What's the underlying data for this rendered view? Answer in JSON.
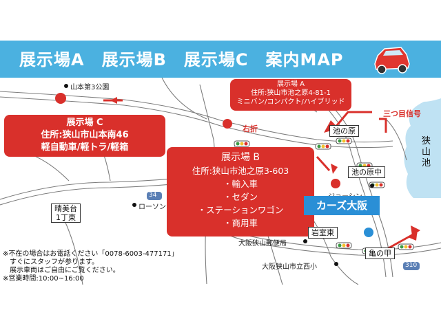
{
  "banner": {
    "title": "展示場A　展示場B　展示場C　案内MAP",
    "color": "#4bb1e0"
  },
  "callouts": {
    "a": {
      "title": "展示場 A",
      "address": "住所:狭山市池之原4-81-1",
      "types": "ミニバン/コンパクト/ハイブリッド"
    },
    "b": {
      "title": "展示場 B",
      "address": "住所:狭山市池之原3-603",
      "items": [
        "・輸入車",
        "・セダン",
        "・ステーションワゴン",
        "・商用車"
      ]
    },
    "c": {
      "title": "展示場 C",
      "address": "住所:狭山市山本南46",
      "types": "軽自動車/軽トラ/軽箱"
    },
    "color": "#d9302b"
  },
  "landmarks": {
    "yamamoto_park": "山本第3公園",
    "lawson": "ローソン",
    "joshin": "ジョーシン",
    "post_office": "大阪狭山郵便局",
    "school": "大阪狭山市立西小",
    "harumidai": "晴美台",
    "harumidai_2": "1丁東",
    "ikenohara": "池の原",
    "ikenohara_naka": "池の原中",
    "iwamuro_higashi": "岩室東",
    "kamenokou": "亀の甲",
    "cars_osaka": "カーズ大阪",
    "sayama_ike": "狭山池",
    "right_turn": "右折",
    "third_signal": "三つ目信号",
    "route_34": "34",
    "route_310": "310"
  },
  "notes": [
    "※不在の場合はお電話ください「0078-6003-477171」",
    "　すぐにスタッフが参ります。",
    "　展示車両はご自由にご覧ください。",
    "※営業時間:10:00~16:00"
  ]
}
